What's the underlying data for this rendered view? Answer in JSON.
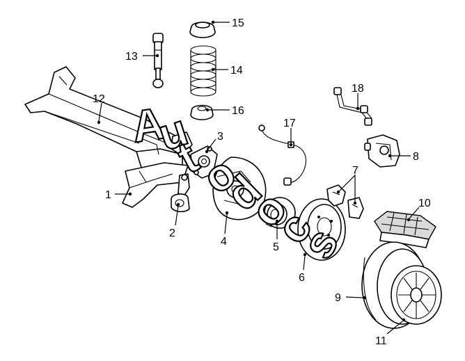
{
  "watermark": {
    "letters": [
      "A",
      "u",
      "t",
      "o",
      "d",
      "o",
      "c",
      "s"
    ]
  },
  "callouts": [
    {
      "id": "1",
      "label": "1"
    },
    {
      "id": "2",
      "label": "2"
    },
    {
      "id": "3",
      "label": "3"
    },
    {
      "id": "4",
      "label": "4"
    },
    {
      "id": "5",
      "label": "5"
    },
    {
      "id": "6",
      "label": "6"
    },
    {
      "id": "7",
      "label": "7"
    },
    {
      "id": "8",
      "label": "8"
    },
    {
      "id": "9",
      "label": "9"
    },
    {
      "id": "10",
      "label": "10"
    },
    {
      "id": "11",
      "label": "11"
    },
    {
      "id": "12",
      "label": "12"
    },
    {
      "id": "13",
      "label": "13"
    },
    {
      "id": "14",
      "label": "14"
    },
    {
      "id": "15",
      "label": "15"
    },
    {
      "id": "16",
      "label": "16"
    },
    {
      "id": "17",
      "label": "17"
    },
    {
      "id": "18",
      "label": "18"
    }
  ]
}
